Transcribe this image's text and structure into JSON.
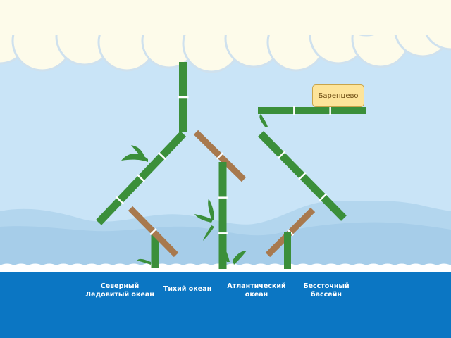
{
  "colors": {
    "sky": "#c9e4f7",
    "cloud": "#fdfbea",
    "cloud_edge": "#cfe1ee",
    "hills": "#aed2ec",
    "water": "#0b76c3",
    "bamboo_green": "#3b8f3a",
    "bamboo_light": "#5aa94c",
    "stick_brown": "#a8794e",
    "card_fill": "#fde49a",
    "card_border": "#c9a44a"
  },
  "basins": [
    {
      "label": "Северный\nЛедовитый океан"
    },
    {
      "label": "Тихий океан"
    },
    {
      "label": "Атлантический\nокеан"
    },
    {
      "label": "Бессточный\nбассейн"
    }
  ],
  "draggable_card": {
    "label": "Баренцево"
  },
  "icons": {
    "segment": "bamboo-segment",
    "broken": "broken-branch",
    "leaf": "bamboo-leaf"
  }
}
